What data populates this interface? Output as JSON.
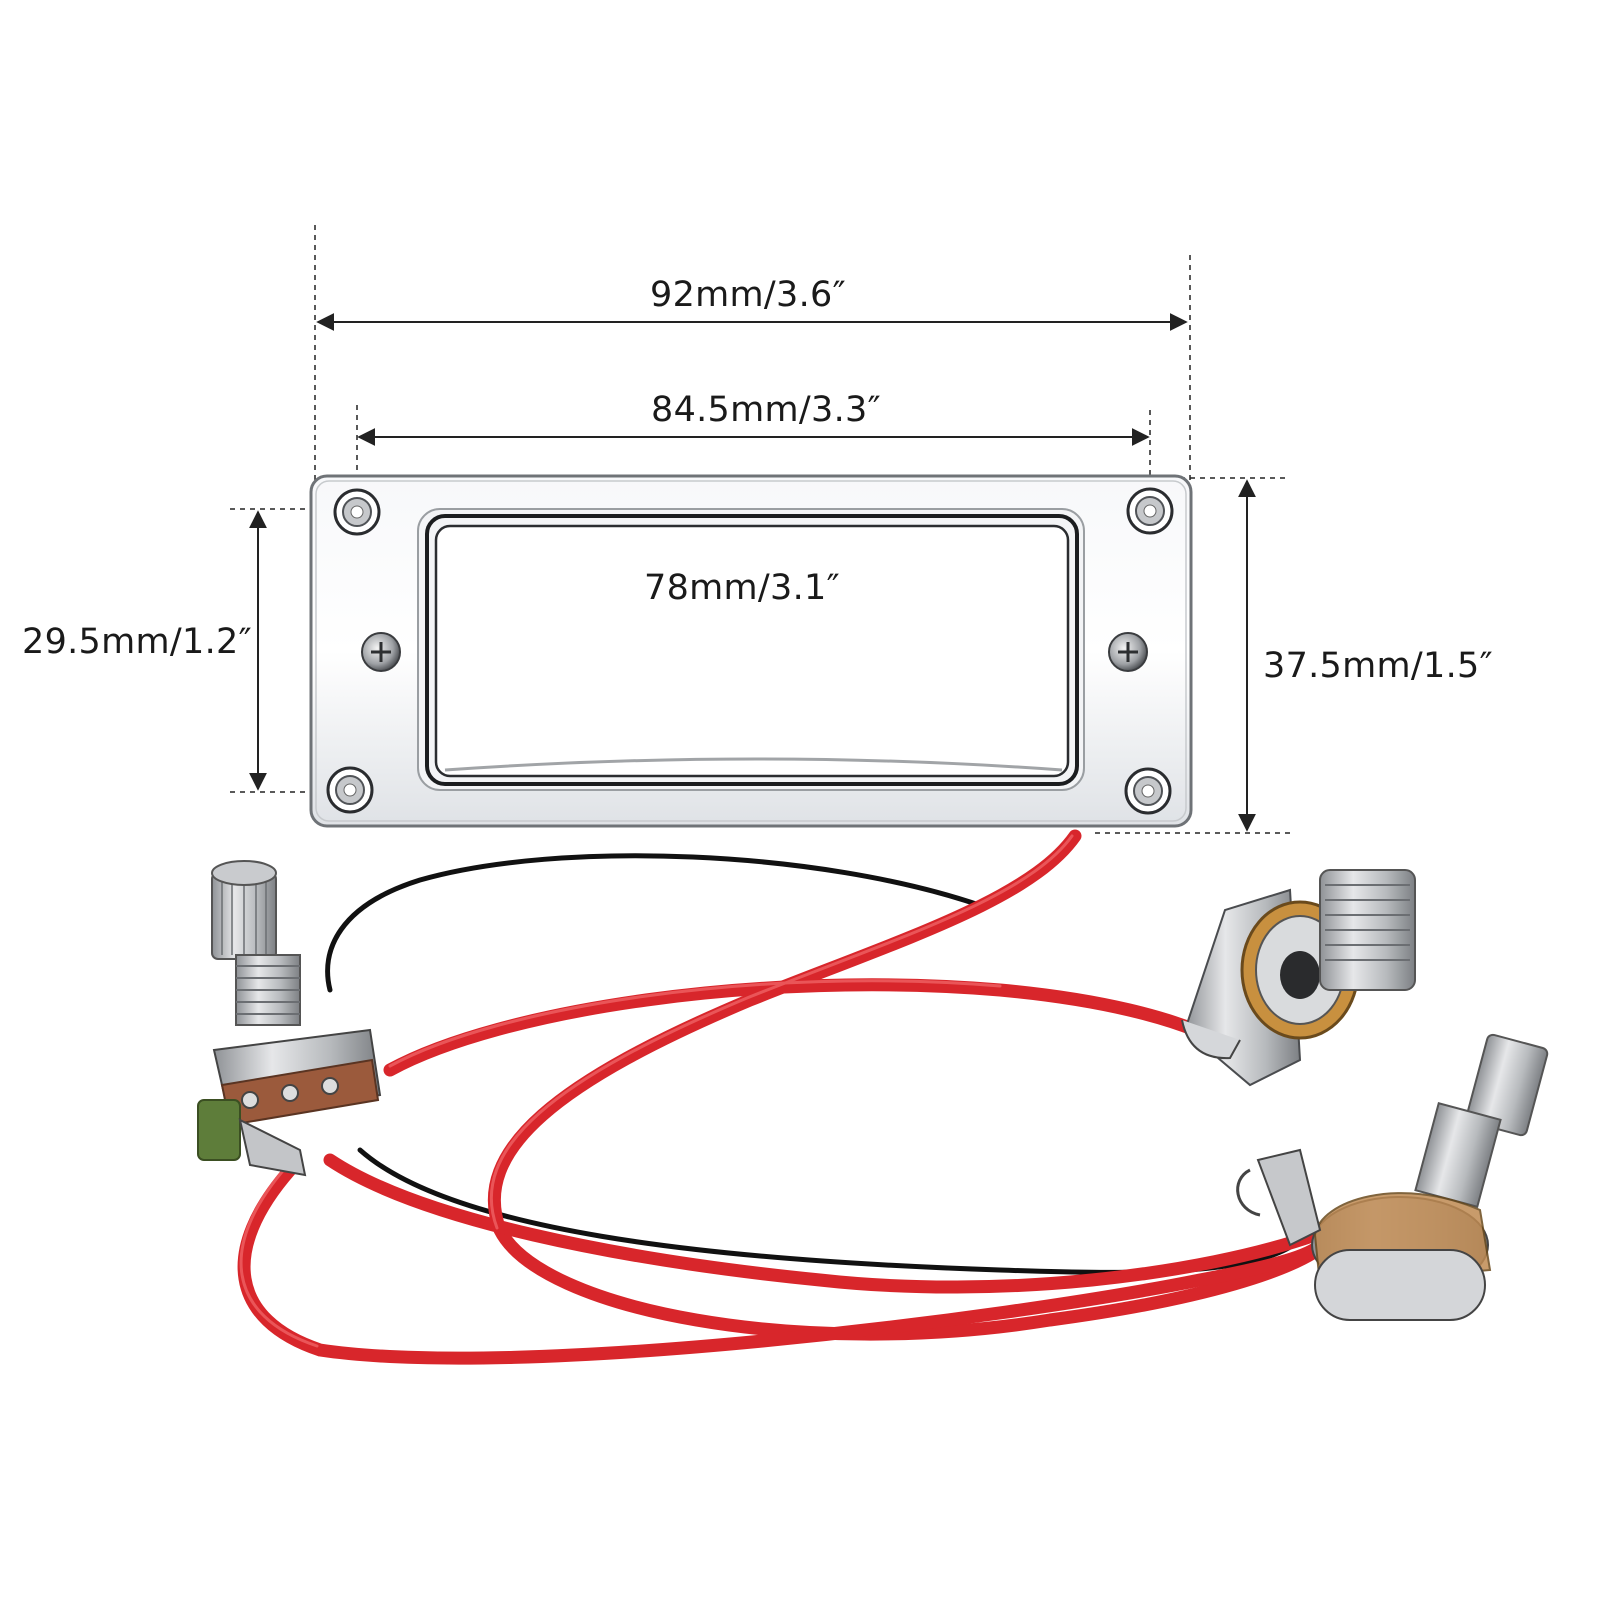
{
  "dimensions": {
    "overall_width": "92mm/3.6″",
    "hole_spacing": "84.5mm/3.3″",
    "cover_screw_spacing": "78mm/3.1″",
    "hole_height": "29.5mm/1.2″",
    "overall_height": "37.5mm/1.5″"
  },
  "colors": {
    "wire_red": "#d8262b",
    "wire_black": "#111111",
    "chrome": "#e9ebee",
    "dimension_line": "#222222"
  }
}
